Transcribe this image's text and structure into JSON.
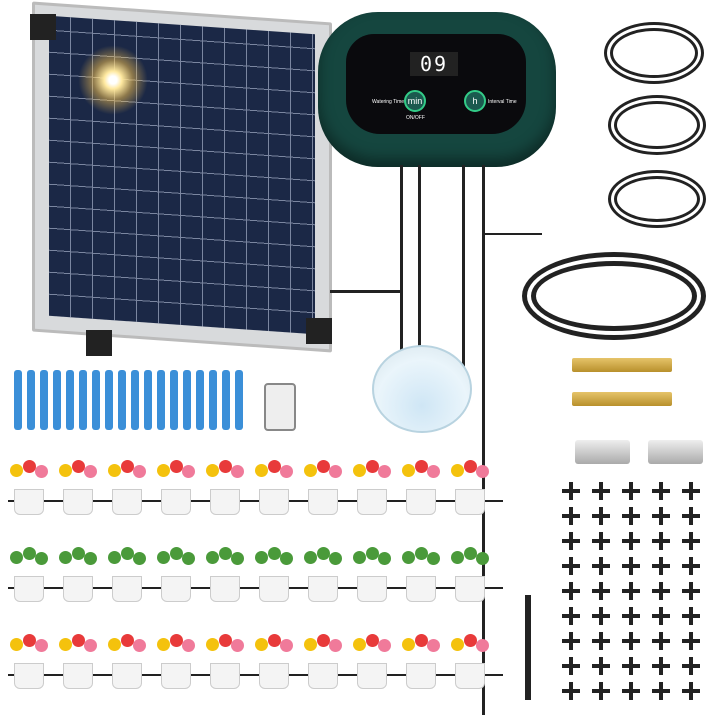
{
  "controller": {
    "display": "09",
    "watering_label": "Watering Time",
    "min_button": "min",
    "onoff_label": "ON/OFF",
    "h_button": "h",
    "interval_label": "Interval Time",
    "color": "#15463f"
  },
  "plants": {
    "rows": 3,
    "per_row": 10,
    "flower_colors": [
      "#f4c20d",
      "#e83a3a",
      "#f07a9a"
    ]
  },
  "connectors": {
    "rows": 9,
    "cols": 5
  }
}
